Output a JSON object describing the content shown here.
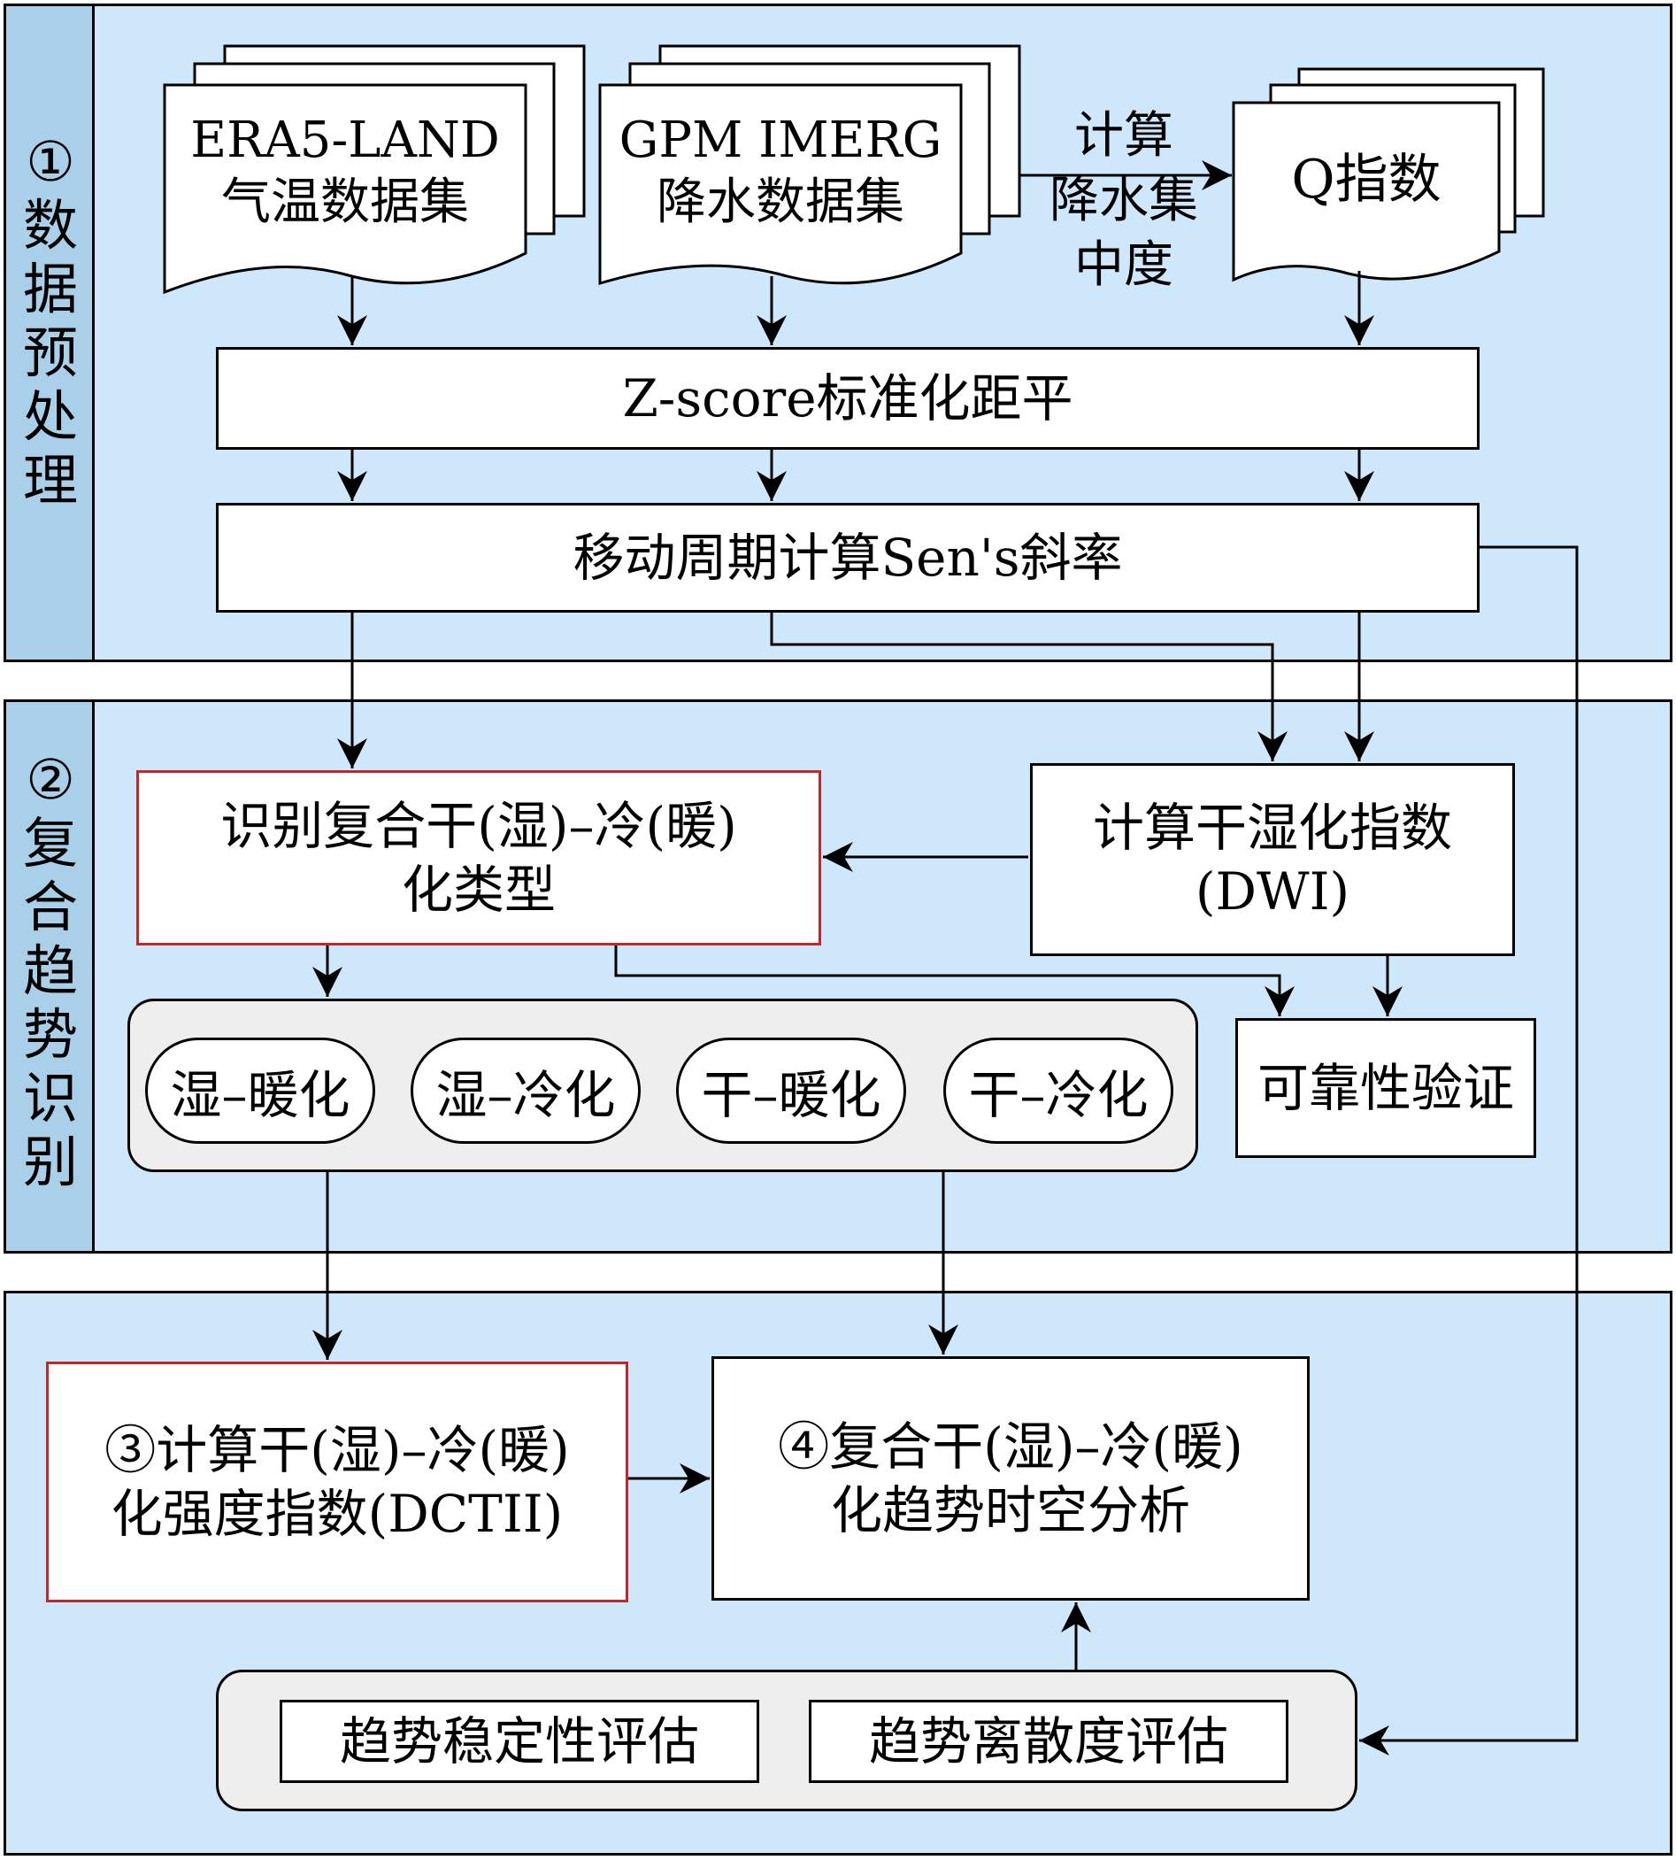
{
  "sections": {
    "s1": "①\n数\n据\n预\n处\n理",
    "s2": "②\n复\n合\n趋\n势\n识\n别"
  },
  "datasets": {
    "era5": "ERA5-LAND\n气温数据集",
    "gpm": "GPM IMERG\n降水数据集",
    "q": "Q指数"
  },
  "edge_label": "计算\n降水集\n中度",
  "steps": {
    "zscore": "Z-score标准化距平",
    "sen": "移动周期计算Sen's斜率",
    "identify": "识别复合干(湿)–冷(暖)\n化类型",
    "dwi": "计算干湿化指数\n(DWI)",
    "verify": "可靠性验证",
    "dctii": "③计算干(湿)–冷(暖)\n化强度指数(DCTII)",
    "analysis": "④复合干(湿)–冷(暖)\n化趋势时空分析",
    "stability": "趋势稳定性评估",
    "dispersion": "趋势离散度评估"
  },
  "types": [
    "湿–暖化",
    "湿–冷化",
    "干–暖化",
    "干–冷化"
  ]
}
